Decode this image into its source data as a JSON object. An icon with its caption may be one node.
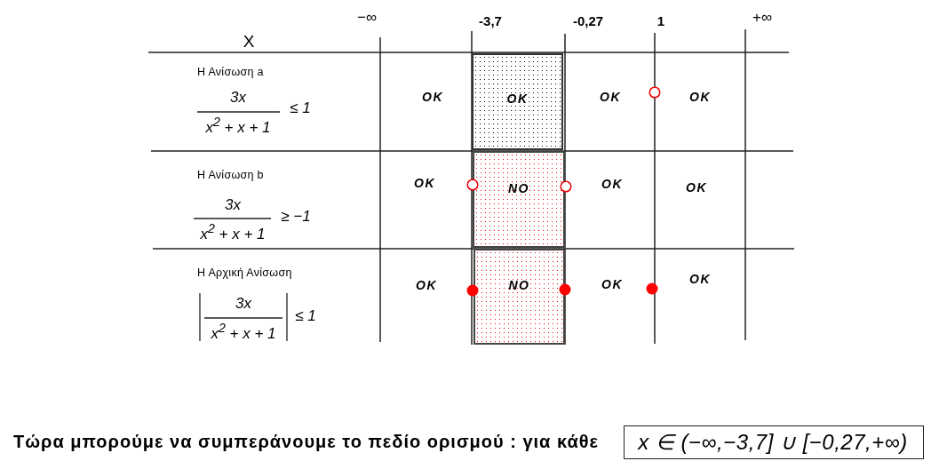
{
  "diagram": {
    "nodes": [
      {
        "text": [
          "OK"
        ]
      },
      {
        "text": [
          "NO"
        ]
      },
      {
        "text": [
          "NO"
        ]
      },
      {
        "text": [
          "x ∈ (−∞,−3,7] ∪ [−0,27,+∞)"
        ]
      }
    ],
    "labels": [
      "X",
      "−∞",
      "-3,7",
      "-0,27",
      "1",
      "+∞",
      "Η Ανίσωση a",
      "3x",
      "x$^{2}$ + x + 1",
      "≤ 1",
      "OK",
      "OK",
      "OK",
      "Η Ανίσωση b",
      "3x",
      "x$^{2}$ + x + 1",
      "≥ −1",
      "OK",
      "OK",
      "OK",
      "Η Αρχική Ανίσωση",
      "3x",
      "x$^{2}$ + x + 1",
      "≤ 1",
      "OK",
      "OK",
      "OK",
      "Τώρα μπορούμε να συμπεράνουμε το πεδίο ορισμού : για κάθε"
    ]
  }
}
